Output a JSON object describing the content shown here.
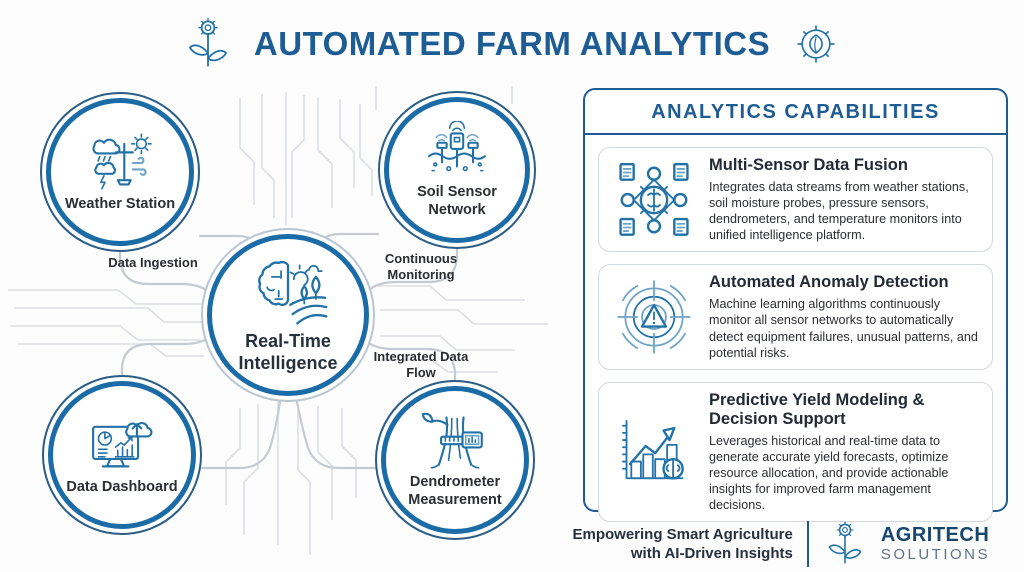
{
  "header": {
    "title": "AUTOMATED FARM ANALYTICS"
  },
  "diagram": {
    "center": {
      "label": "Real-Time Intelligence"
    },
    "nodes": [
      {
        "label": "Weather Station"
      },
      {
        "label": "Soil Sensor Network"
      },
      {
        "label": "Data Dashboard"
      },
      {
        "label": "Dendrometer Measurement"
      }
    ],
    "edge_labels": [
      {
        "label": "Data Ingestion"
      },
      {
        "label": "Continuous Monitoring"
      },
      {
        "label": "Integrated Data Flow"
      }
    ]
  },
  "panel": {
    "title": "ANALYTICS CAPABILITIES",
    "cards": [
      {
        "title": "Multi-Sensor Data Fusion",
        "description": "Integrates data streams from weather stations, soil moisture probes, pressure sensors, dendrometers, and temperature monitors into unified intelligence platform."
      },
      {
        "title": "Automated Anomaly Detection",
        "description": "Machine learning algorithms continuously monitor all sensor networks to automatically detect equipment failures, unusual patterns, and potential risks."
      },
      {
        "title": "Predictive Yield Modeling & Decision Support",
        "description": "Leverages historical and real-time data to generate accurate yield forecasts, optimize resource allocation, and provide actionable insights for improved farm management decisions."
      }
    ]
  },
  "footer": {
    "tagline_line1": "Empowering Smart Agriculture",
    "tagline_line2": "with AI-Driven Insights",
    "brand_name": "AGRITECH",
    "brand_subtitle": "SOLUTIONS"
  },
  "colors": {
    "primary_blue": "#1e5c94",
    "ring_blue": "#1b6ca6",
    "icon_blue": "#2272a8",
    "icon_light_blue": "#6ea4c6",
    "connector_gray": "#c6cbd2",
    "trace_gray": "#dcdfe4",
    "text_dark": "#26272b"
  }
}
